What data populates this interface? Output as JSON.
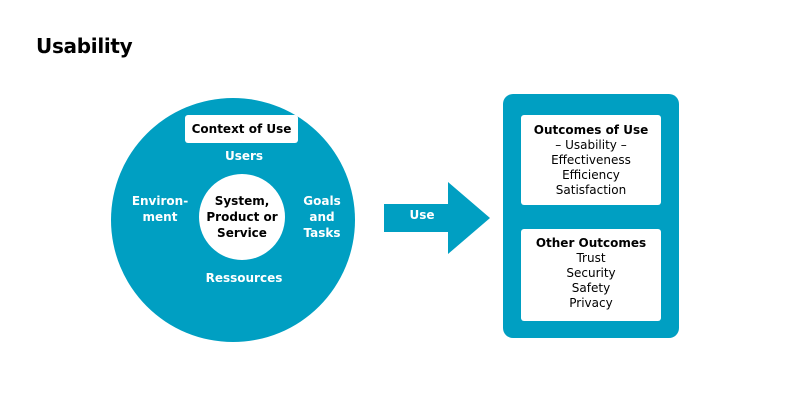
{
  "title": "Usability",
  "colors": {
    "accent": "#009fc2",
    "box": "#ffffff",
    "text": "#000000"
  },
  "context_circle": {
    "header": "Context of Use",
    "users": "Users",
    "environment": [
      "Environ-",
      "ment"
    ],
    "goals": [
      "Goals",
      "and",
      "Tasks"
    ],
    "resources": "Ressources",
    "center": [
      "System,",
      "Product or",
      "Service"
    ]
  },
  "arrow": {
    "label": "Use"
  },
  "outcomes": {
    "primary": {
      "header": "Outcomes of Use",
      "items": [
        "– Usability –",
        "Effectiveness",
        "Efficiency",
        "Satisfaction"
      ]
    },
    "other": {
      "header": "Other Outcomes",
      "items": [
        "Trust",
        "Security",
        "Safety",
        "Privacy"
      ]
    }
  }
}
